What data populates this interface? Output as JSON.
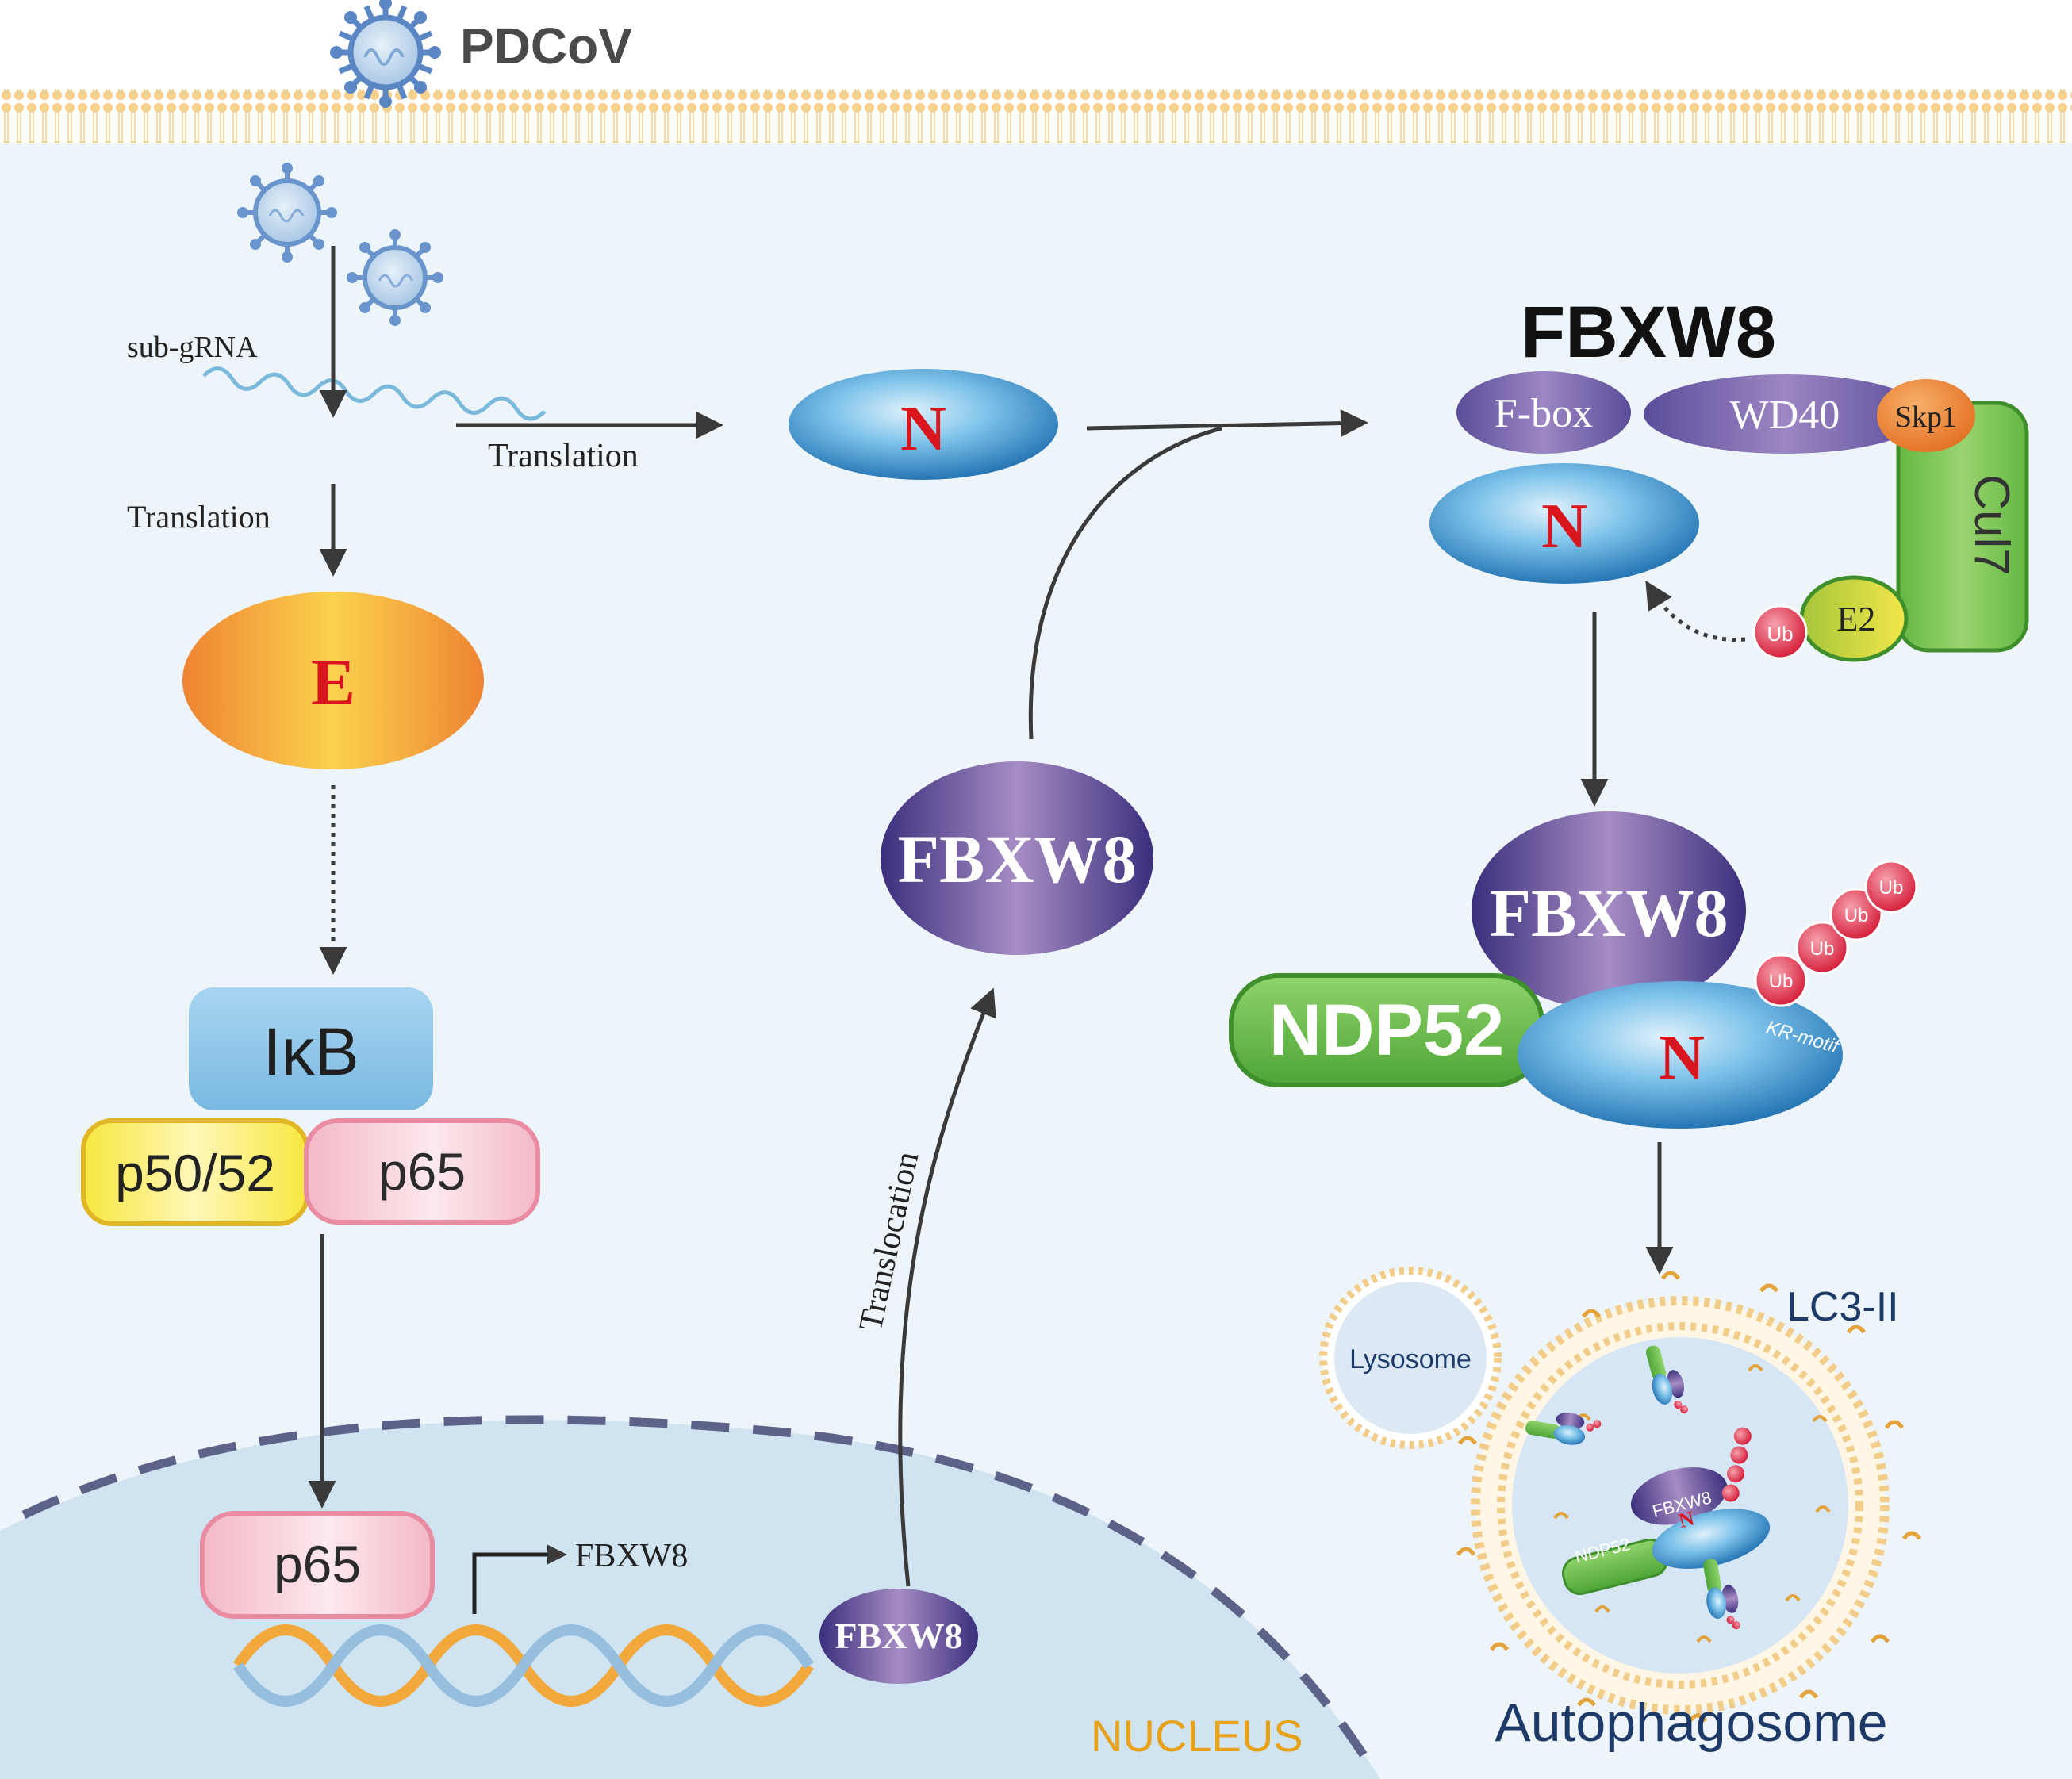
{
  "virus": {
    "name": "PDCoV"
  },
  "labels": {
    "sub_grna": "sub-gRNA",
    "translation_left": "Translation",
    "translation_mid": "Translation",
    "translocation": "Translocation",
    "nucleus": "NUCLEUS",
    "autophagosome": "Autophagosome",
    "lysosome": "Lysosome",
    "lc3": "LC3-II",
    "gene_target": "FBXW8"
  },
  "proteins": {
    "e": "E",
    "n": "N",
    "ikb": "IκB",
    "p50": "p50/52",
    "p65": "p65",
    "fbxw8": "FBXW8",
    "complex_title": "FBXW8",
    "fbox": "F-box",
    "wd40": "WD40",
    "skp1": "Skp1",
    "cul7": "Cul7",
    "e2": "E2",
    "ub": "Ub",
    "ndp52": "NDP52",
    "kr_motif": "KR-motif"
  },
  "colors": {
    "cytoplasm": "#eef5fa",
    "membrane": "#f6d9a3",
    "nucleus": "#cfe3f1",
    "arrow": "#3a3a3a",
    "n_blue": "#3a92d0",
    "e_orange": "#ef8c35",
    "fbxw8_purple": "#4b3f8e",
    "ndp52_green": "#5fb540",
    "ub_red": "#e0304a",
    "nucleus_text": "#e8a21a",
    "autophagosome_text": "#1e3a68"
  }
}
